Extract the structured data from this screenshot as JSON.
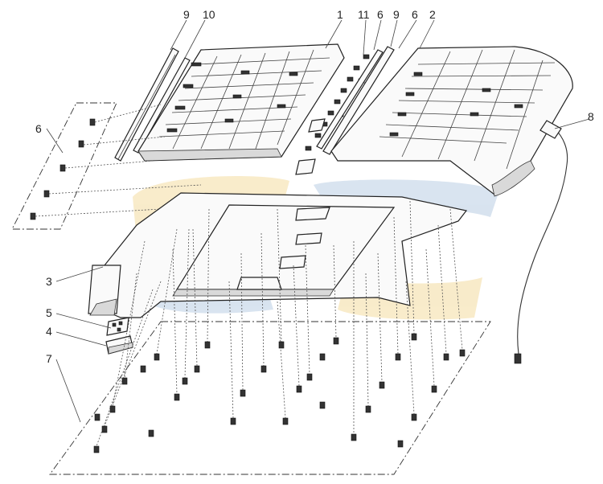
{
  "diagram": {
    "labels": [
      {
        "id": "9a",
        "text": "9"
      },
      {
        "id": "10",
        "text": "10"
      },
      {
        "id": "1",
        "text": "1"
      },
      {
        "id": "11",
        "text": "11"
      },
      {
        "id": "6a",
        "text": "6"
      },
      {
        "id": "9b",
        "text": "9"
      },
      {
        "id": "6b",
        "text": "6"
      },
      {
        "id": "2",
        "text": "2"
      },
      {
        "id": "8",
        "text": "8"
      },
      {
        "id": "6c",
        "text": "6"
      },
      {
        "id": "3",
        "text": "3"
      },
      {
        "id": "5",
        "text": "5"
      },
      {
        "id": "4",
        "text": "4"
      },
      {
        "id": "7",
        "text": "7"
      }
    ],
    "colors": {
      "line": "#333333",
      "watermark_blue": "#b9cde3",
      "watermark_yellow": "#f4dca0"
    }
  }
}
